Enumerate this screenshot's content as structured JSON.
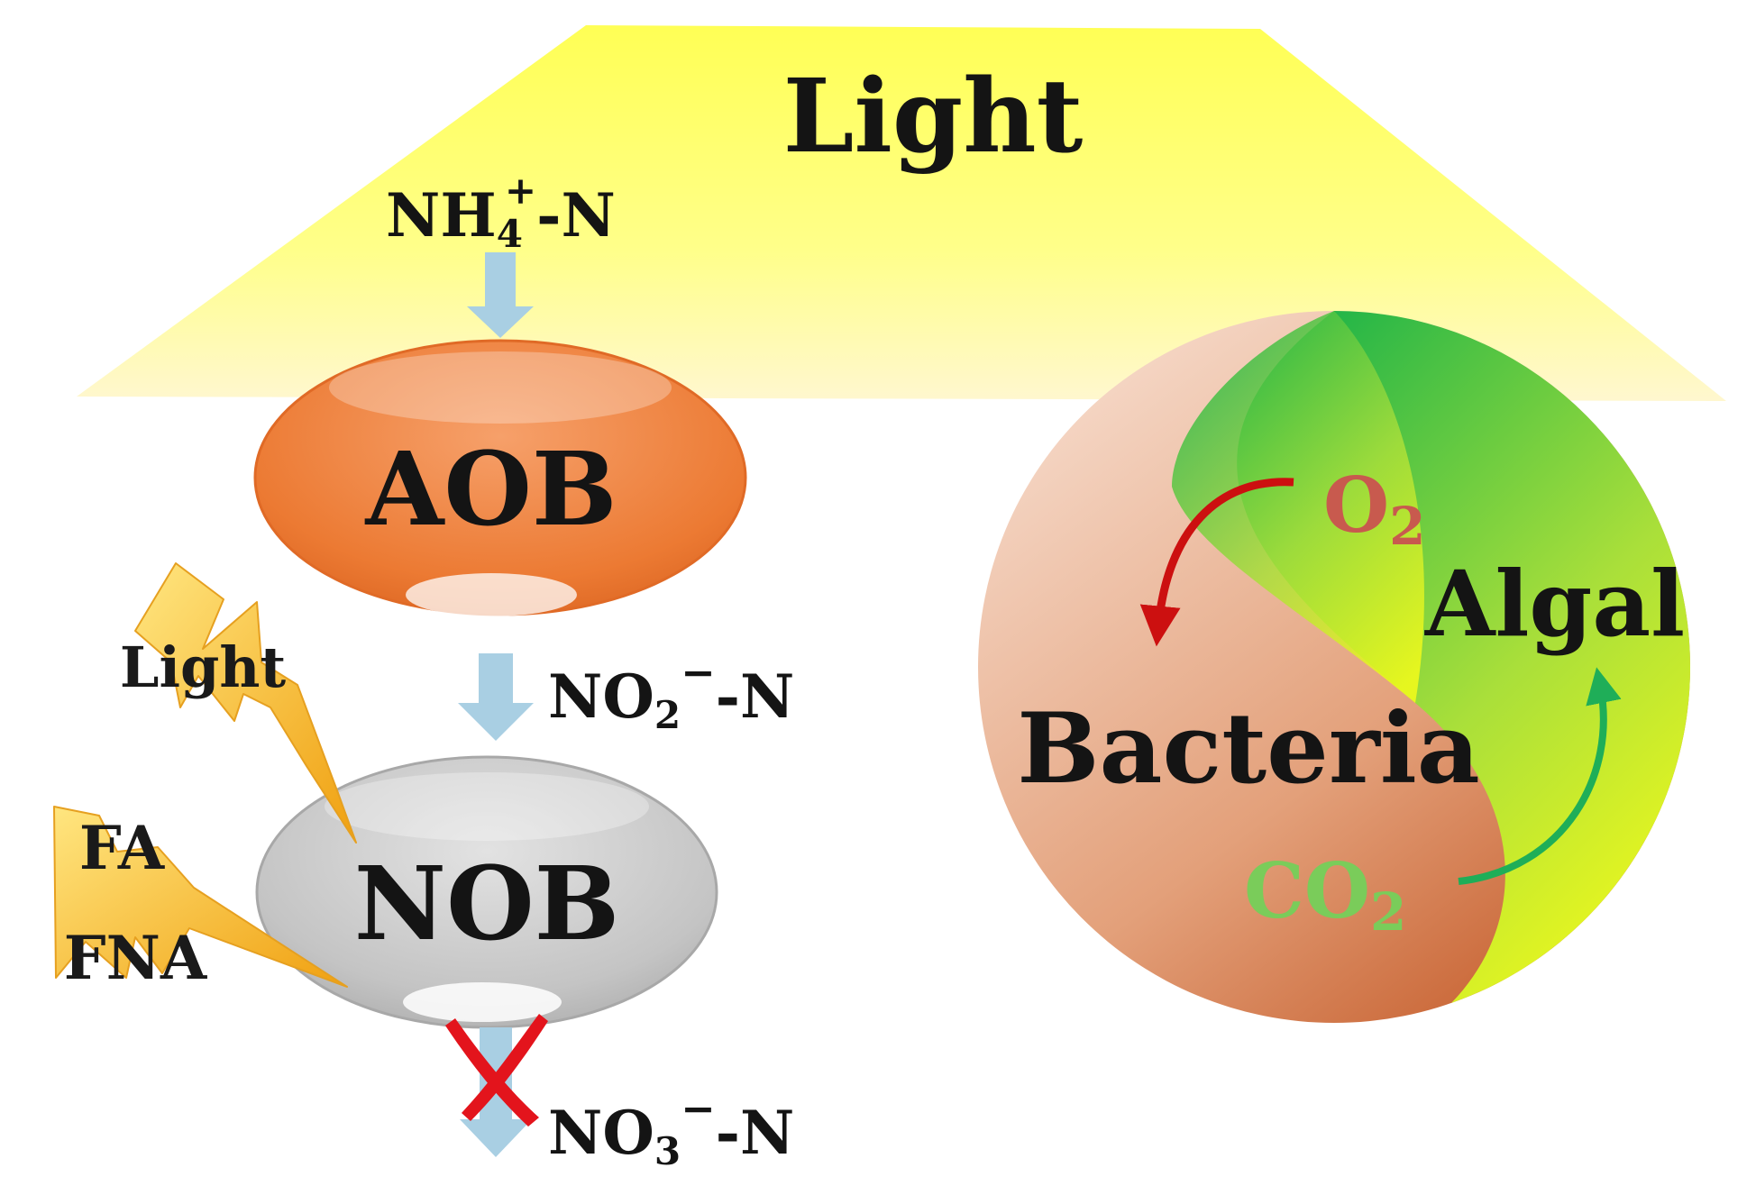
{
  "banner": {
    "label": "Light"
  },
  "inputs": {
    "ammonium": {
      "main": "NH",
      "sub": "4",
      "sup": "+",
      "tail": "-N"
    },
    "nitrite": {
      "main": "NO",
      "sub": "2",
      "sup": "−",
      "tail": "-N"
    },
    "nitrate": {
      "main": "NO",
      "sub": "3",
      "sup": "−",
      "tail": "-N"
    }
  },
  "organisms": {
    "aob": {
      "label": "AOB"
    },
    "nob": {
      "label": "NOB"
    }
  },
  "inhibitors": {
    "light": {
      "label": "Light"
    },
    "fa": {
      "label": "FA"
    },
    "fna": {
      "label": "FNA"
    }
  },
  "symbiosis": {
    "algal": "Algal",
    "bacteria": "Bacteria",
    "oxygen": {
      "main": "O",
      "sub": "2"
    },
    "carbon_dioxide": {
      "main": "CO",
      "sub": "2"
    }
  },
  "colors": {
    "banner_yellow": "#ffff66",
    "arrow_blue": "#a9cfe3",
    "aob_orange": "#ec7a33",
    "nob_gray": "#bfbfbf",
    "bolt_orange": "#f5b027",
    "cross_red": "#e3141c",
    "algal_green": "#2db84a",
    "algal_yellow": "#ecf51f",
    "bacteria_peach": "#f1c9b0",
    "bacteria_brown": "#c9622d",
    "oxygen_red": "#c85a4e",
    "co2_green": "#7acc5a",
    "o2_arrow_red": "#cc1010",
    "co2_arrow_green": "#1fae58"
  }
}
